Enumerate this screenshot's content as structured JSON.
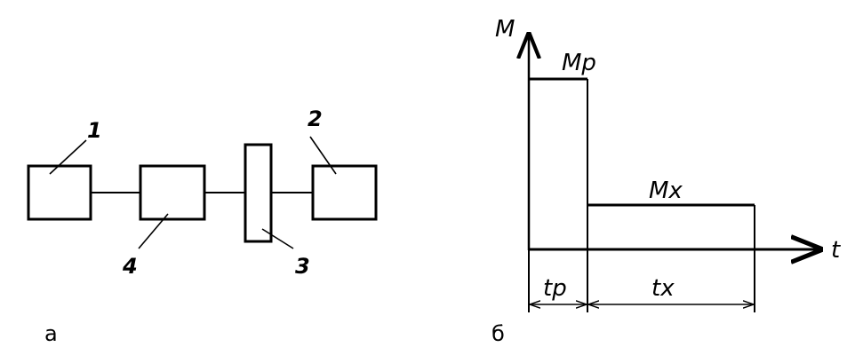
{
  "panel_a": {
    "caption": "а",
    "labels": {
      "n1": "1",
      "n2": "2",
      "n3": "3",
      "n4": "4"
    }
  },
  "panel_b": {
    "caption": "б",
    "axis_y": "M",
    "axis_x": "t",
    "level_high": "Mp",
    "level_low": "Mx",
    "interval_1": "tp",
    "interval_2": "tx"
  }
}
